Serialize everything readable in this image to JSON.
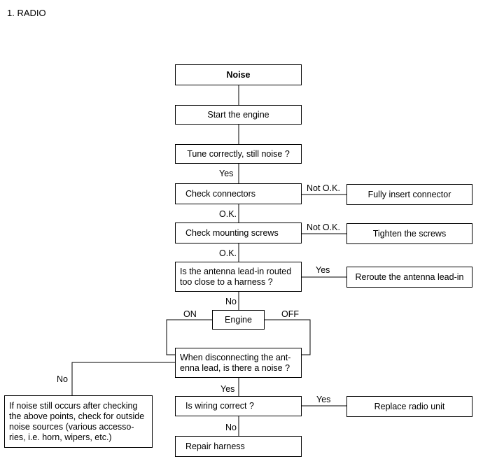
{
  "header": {
    "title": "1.  RADIO"
  },
  "nodes": {
    "noise": "Noise",
    "start_engine": "Start the engine",
    "tune": "Tune correctly, still noise ?",
    "check_connectors": "Check connectors",
    "fully_insert": "Fully insert connector",
    "check_screws": "Check mounting screws",
    "tighten": "Tighten the screws",
    "antenna_q": [
      "Is the antenna lead-in routed",
      "too close to a harness ?"
    ],
    "reroute": "Reroute the antenna lead-in",
    "engine": "Engine",
    "disconnect_q": [
      "When disconnecting  the ant-",
      "enna lead, is there a noise ?"
    ],
    "outside": [
      "If noise still occurs after checking",
      "the above points, check for outside",
      "noise sources (various accesso-",
      "ries, i.e. horn, wipers, etc.)"
    ],
    "wiring_q": "Is wiring correct ?",
    "replace": "Replace radio unit",
    "repair": "Repair harness"
  },
  "labels": {
    "yes1": "Yes",
    "not_ok1": "Not O.K.",
    "ok1": "O.K.",
    "not_ok2": "Not O.K.",
    "ok2": "O.K.",
    "yes2": "Yes",
    "no1": "No",
    "on": "ON",
    "off": "OFF",
    "no2": "No",
    "yes3": "Yes",
    "yes4": "Yes",
    "no3": "No"
  }
}
